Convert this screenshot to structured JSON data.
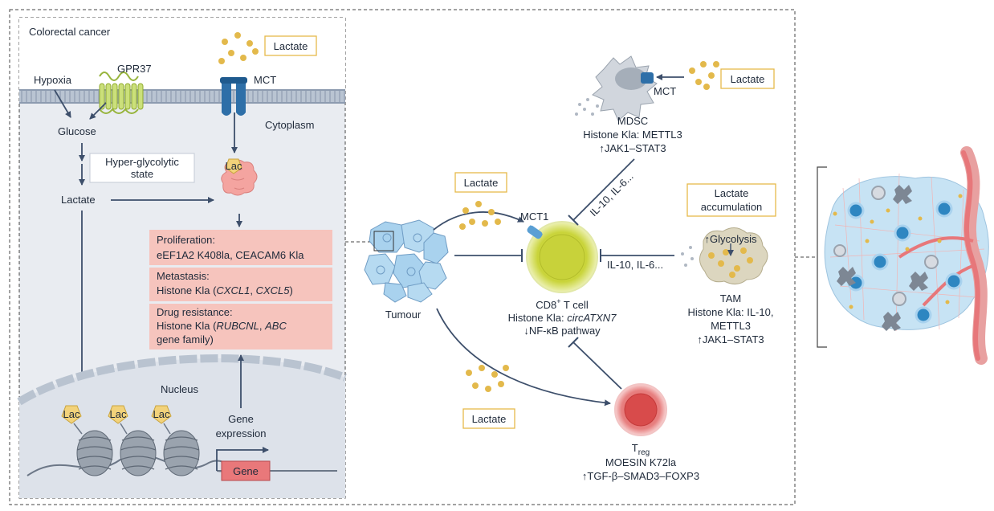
{
  "panel": {
    "title": "Colorectal cancer",
    "hypoxia": "Hypoxia",
    "gpr37": "GPR37",
    "glucose": "Glucose",
    "hyperglycolytic_line1": "Hyper-glycolytic",
    "hyperglycolytic_line2": "state",
    "lactate": "Lactate",
    "lactate_box": "Lactate",
    "mct": "MCT",
    "cytoplasm": "Cytoplasm",
    "lac": "Lac",
    "nucleus": "Nucleus",
    "gene_expression_line1": "Gene",
    "gene_expression_line2": "expression",
    "gene": "Gene",
    "outcomes": [
      {
        "title": "Proliferation:",
        "line1": "eEF1A2 K408la, CEACAM6 Kla",
        "line2": "",
        "line3": ""
      },
      {
        "title": "Metastasis:",
        "line1": "Histone Kla (",
        "line1_italic": "CXCL1",
        "line1_mid": ", ",
        "line1_italic2": "CXCL5",
        "line1_end": ")"
      },
      {
        "title": "Drug resistance:",
        "line1": "Histone Kla (",
        "line1_italic": "RUBCNL",
        "line1_mid": ", ",
        "line1_italic2": "ABC",
        "line2": "gene family)"
      }
    ]
  },
  "tme": {
    "tumour": "Tumour",
    "lactate_box_top": "Lactate",
    "lactate_box_bottom": "Lactate",
    "mct1": "MCT1",
    "cd8": {
      "name": "CD8",
      "sup": "+",
      "name_end": " T cell",
      "line2": "Histone Kla: ",
      "line2_italic": "circATXN7",
      "line3": "↓NF-κB pathway"
    },
    "mdsc": {
      "lactate_box": "Lactate",
      "mct": "MCT",
      "name": "MDSC",
      "line2": "Histone Kla: METTL3",
      "line3": "↑JAK1–STAT3",
      "cytokines": "IL-10, IL-6..."
    },
    "tam": {
      "lactate_box_line1": "Lactate",
      "lactate_box_line2": "accumulation",
      "glycolysis": "↑Glycolysis",
      "name": "TAM",
      "line2": "Histone Kla: IL-10,",
      "line3": "METTL3",
      "line4": "↑JAK1–STAT3",
      "cytokines": "IL-10, IL-6..."
    },
    "treg": {
      "name": "T",
      "sub": "reg",
      "line2": "MOESIN K72la",
      "line3": "↑TGF-β–SMAD3–FOXP3"
    }
  },
  "colors": {
    "lactate_dot": "#e3b94b",
    "lactate_box_border": "#e6b94a",
    "outcome_fill": "#f6c4bd",
    "membrane": "#a8b4c4",
    "mct_blue": "#2e6fa8",
    "arrow": "#3d4f6b",
    "protein_pink": "#f4a4a0",
    "gene_box": "#e9787a",
    "cd8_fill": "#d4dc4c",
    "treg_fill": "#e46a6a",
    "tumour_blue": "#a9d2ee"
  }
}
